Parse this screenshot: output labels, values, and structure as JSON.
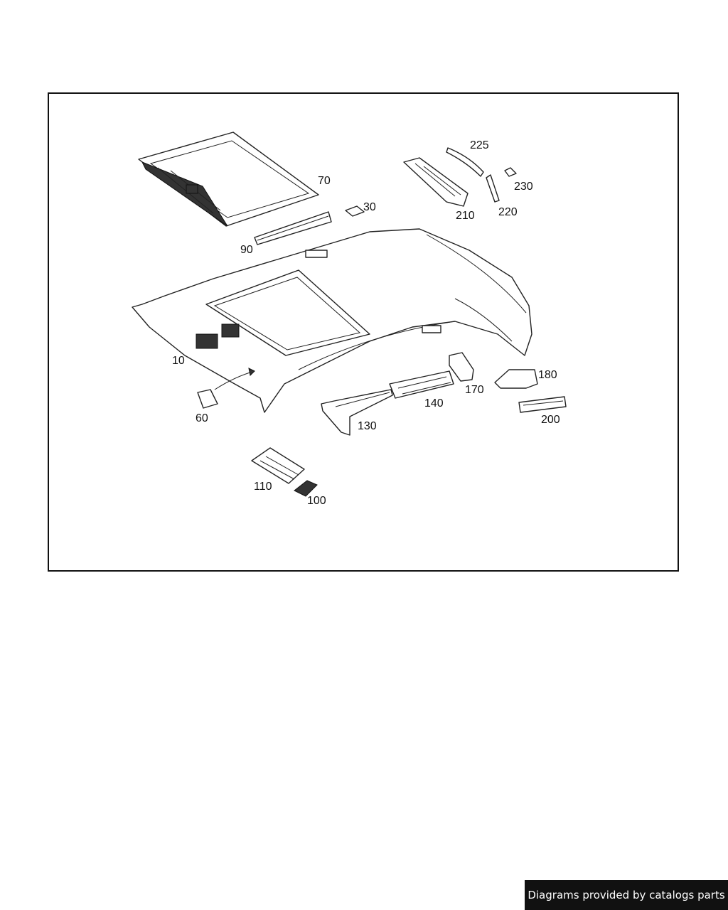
{
  "callouts": {
    "p10": "10",
    "p30": "30",
    "p60": "60",
    "p70": "70",
    "p90": "90",
    "p100": "100",
    "p110": "110",
    "p130": "130",
    "p140": "140",
    "p170": "170",
    "p180": "180",
    "p200": "200",
    "p210": "210",
    "p220": "220",
    "p225": "225",
    "p230": "230"
  },
  "credit": "Diagrams provided by catalogs parts"
}
